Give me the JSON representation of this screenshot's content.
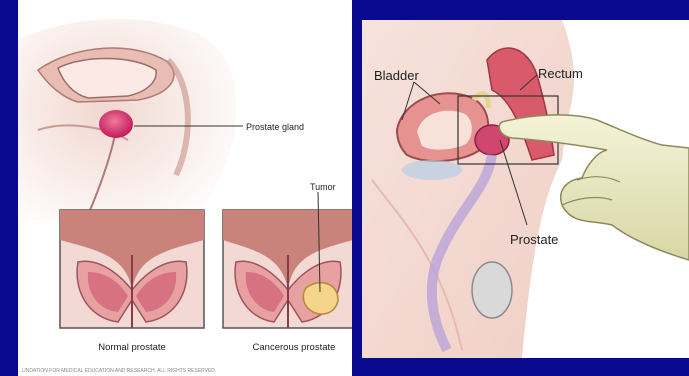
{
  "left": {
    "prostate_label": "Prostate gland",
    "tumor_label": "Tumor",
    "normal_caption": "Normal prostate",
    "cancer_caption": "Cancerous prostate",
    "copyright": "...UNDATION FOR MEDICAL EDUCATION AND RESEARCH. ALL RIGHTS RESERVED."
  },
  "right": {
    "bladder_label": "Bladder",
    "rectum_label": "Rectum",
    "prostate_label": "Prostate"
  },
  "colors": {
    "background": "#0a0a8e",
    "tissue": "#e9a7a1",
    "gland": "#d0466e",
    "glove": "#eceac0"
  }
}
